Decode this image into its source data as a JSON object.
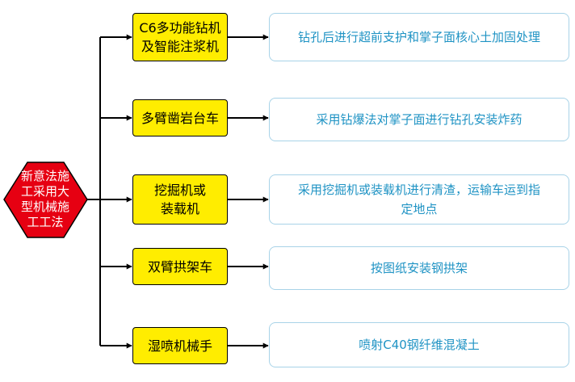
{
  "root": {
    "label": "新意法施\n工采用大\n型机械施\n工工法",
    "color": "#e60012"
  },
  "branches": [
    {
      "machine": "C6多功能钻机\n及智能注浆机",
      "description": "钻孔后进行超前支护和掌子面核心土加固处理"
    },
    {
      "machine": "多臂凿岩台车",
      "description": "采用钻爆法对掌子面进行钻孔安装炸药"
    },
    {
      "machine": "挖掘机或\n装载机",
      "description": "采用挖掘机或装载机进行清渣，运输车运到指\n定地点"
    },
    {
      "machine": "双臂拱架车",
      "description": "按图纸安装钢拱架"
    },
    {
      "machine": "湿喷机械手",
      "description": "喷射C40钢纤维混凝土"
    }
  ],
  "colors": {
    "node_fill": "#ffed00",
    "desc_border": "#a8d3e8",
    "desc_text": "#1f93c4",
    "line": "#000000"
  }
}
